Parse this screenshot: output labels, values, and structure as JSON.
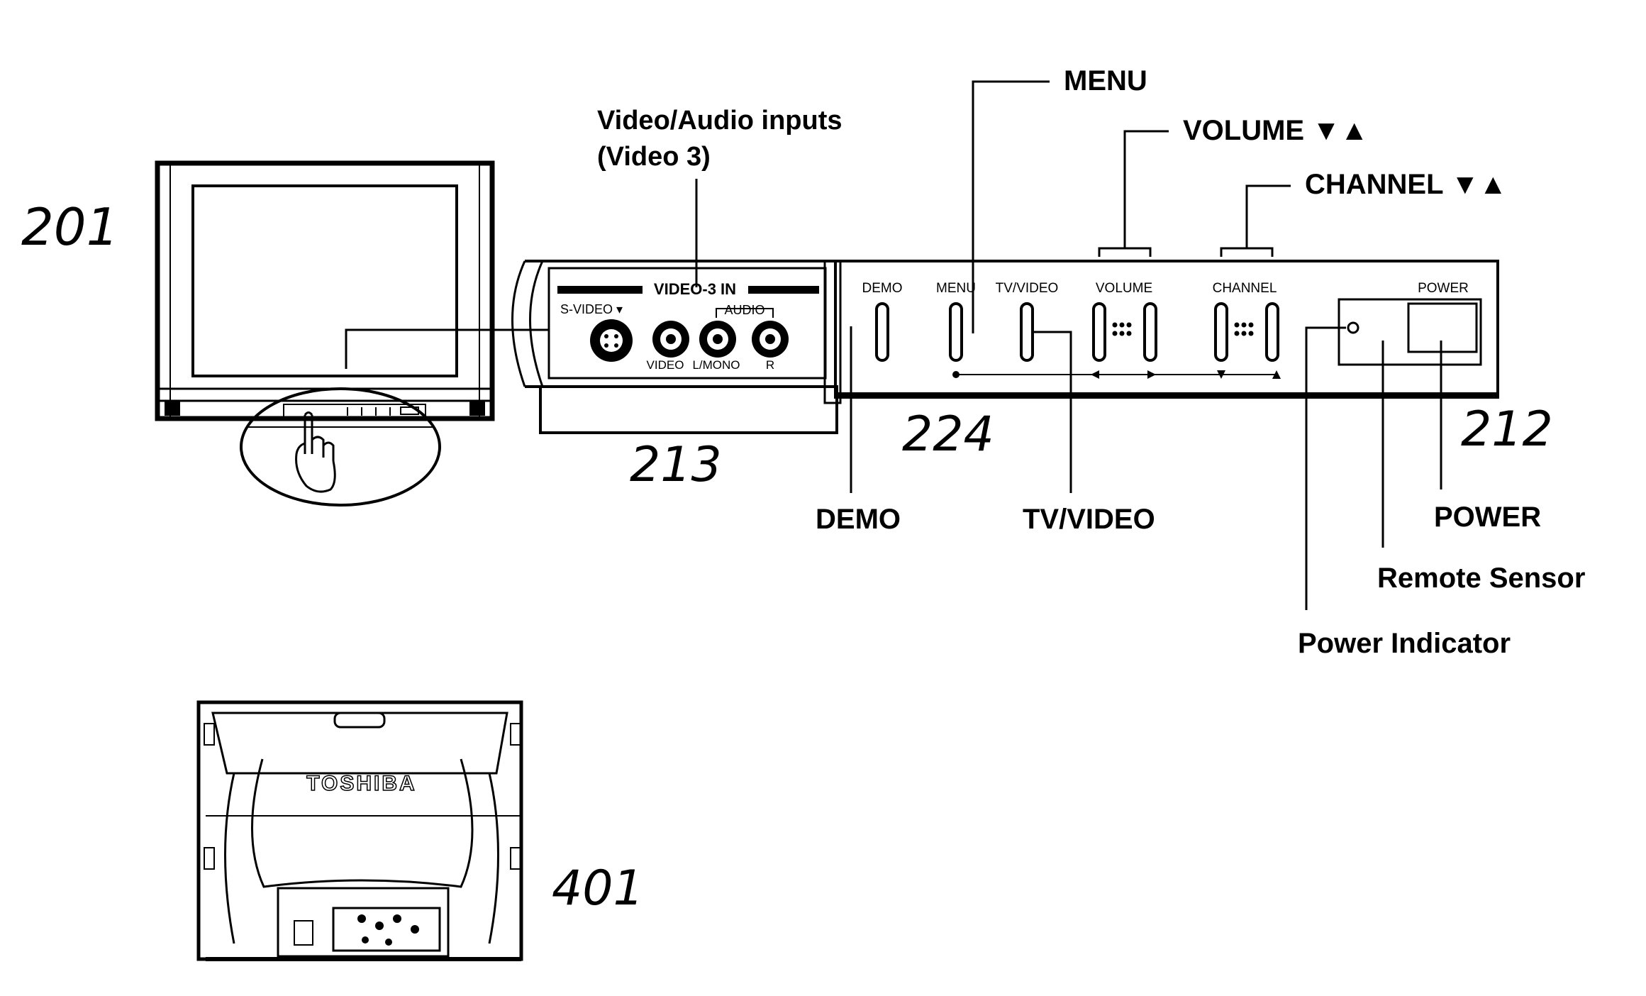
{
  "callouts": {
    "inputs_line1": "Video/Audio inputs",
    "inputs_line2": "(Video 3)",
    "menu": "MENU",
    "volume": "VOLUME ▼▲",
    "channel": "CHANNEL ▼▲",
    "demo": "DEMO",
    "tv_video": "TV/VIDEO",
    "power": "POWER",
    "remote_sensor": "Remote Sensor",
    "power_indicator": "Power Indicator"
  },
  "panel_labels": {
    "video3_in": "VIDEO-3 IN",
    "svideo": "S-VIDEO ▾",
    "audio": "AUDIO",
    "video_jack": "VIDEO",
    "lmono_jack": "L/MONO",
    "r_jack": "R",
    "demo": "DEMO",
    "menu": "MENU",
    "tv_video": "TV/VIDEO",
    "volume": "VOLUME",
    "channel": "CHANNEL",
    "power": "POWER"
  },
  "reference_numbers": {
    "tv_front": "201",
    "input_panel": "213",
    "control_buttons": "224",
    "power_section": "212",
    "tv_rear": "401"
  },
  "brand_logo": "TOSHIBA"
}
